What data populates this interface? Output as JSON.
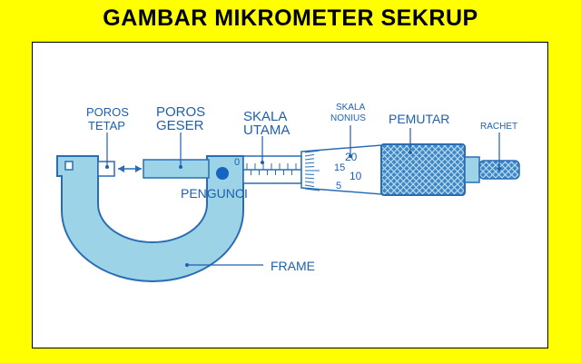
{
  "title": "GAMBAR MIKROMETER SEKRUP",
  "labels": {
    "poros_tetap_1": "POROS",
    "poros_tetap_2": "TETAP",
    "poros_geser_1": "POROS",
    "poros_geser_2": "GESER",
    "skala_utama_1": "SKALA",
    "skala_utama_2": "UTAMA",
    "skala_nonius_1": "SKALA",
    "skala_nonius_2": "NONIUS",
    "pemutar": "PEMUTAR",
    "rachet": "RACHET",
    "pengunci": "PENGUNCI",
    "frame": "FRAME"
  },
  "scale": {
    "main_zero": "0",
    "nonius_20": "20",
    "nonius_15": "15",
    "nonius_10": "10",
    "nonius_5": "5"
  },
  "colors": {
    "background": "#FFFF00",
    "body": "#9DD3E6",
    "outline": "#2A6DB5",
    "thimble": "#3F86C6",
    "lock": "#1565C0",
    "label": "#1E5FB0"
  }
}
